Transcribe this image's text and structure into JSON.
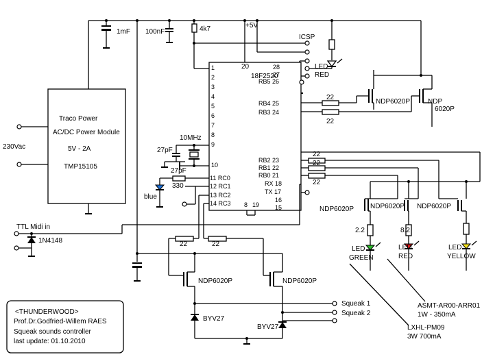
{
  "power_module": {
    "line1": "Traco Power",
    "line2": "AC/DC Power Module",
    "line3": "5V - 2A",
    "line4": "TMP15105"
  },
  "mains": "230Vac",
  "caps": {
    "c1": "1mF",
    "c2": "100nF",
    "c3": "27pF",
    "c4": "27pF"
  },
  "r_pullup": "4k7",
  "vplus": "+5V",
  "icsp": "ICSP",
  "mcu": {
    "name": "18F2520",
    "left_pins": [
      "1",
      "2",
      "3",
      "4",
      "5",
      "6",
      "7",
      "8"
    ],
    "pin9": "9",
    "pin10": "10",
    "pin11": "11 RC0",
    "pin12": "12 RC1",
    "pin13": "13 RC2",
    "pin14": "14 RC3",
    "pin20": "20",
    "pin8": "8",
    "pin19": "19",
    "right_pins": [
      "28",
      "27",
      "RB5  26",
      "RB4 25",
      "RB3 24",
      "RB2 23",
      "RB1 22",
      "RB0 21",
      "RX  18",
      "TX  17",
      "16",
      "15"
    ]
  },
  "crystal": "10MHz",
  "led_red_top": {
    "line1": "LED",
    "line2": "RED"
  },
  "resistors": {
    "r22_a": "22",
    "r22_b": "22",
    "r22_c": "22",
    "r22_d": "22",
    "r22_e": "22",
    "r330": "330",
    "r22_f": "22",
    "r22_g": "22",
    "r2_2": "2.2",
    "r8_2": "8.2"
  },
  "mosfets": {
    "q_top1": "NDP6020P",
    "q_top2a": "NDP",
    "q_top2b": "6020P",
    "q_l1": "NDP6020P",
    "q_l2": "NDP6020P",
    "q_l3": "NDP6020P",
    "q_b1": "NDP6020P",
    "q_b2": "NDP6020P"
  },
  "leds": {
    "blue": "blue",
    "green": {
      "line1": "LED",
      "line2": "GREEN"
    },
    "red": {
      "line1": "LED",
      "line2": "RED"
    },
    "yellow": {
      "line1": "LED",
      "line2": "YELLOW"
    }
  },
  "midi": {
    "label": "TTL Midi in",
    "diode": "1N4148"
  },
  "diodes": {
    "d1": "BYV27",
    "d2": "BYV27"
  },
  "outputs": {
    "s1": "Squeak 1",
    "s2": "Squeak 2"
  },
  "notes": {
    "asmt": "ASMT-AR00-ARR01",
    "asmt_spec": "1W - 350mA",
    "lxhl": "LXHL-PM09",
    "lxhl_spec": "3W 700mA"
  },
  "title_block": {
    "line1": "<THUNDERWOOD>",
    "line2": "Prof.Dr.Godfried-Willem RAES",
    "line3": "Squeak sounds controller",
    "line4": "last update:  01.10.2010"
  },
  "colors": {
    "led_blue": "#1e6fd6",
    "led_green": "#2db82d",
    "led_red": "#e01b1b",
    "led_yellow": "#f2e01c"
  }
}
